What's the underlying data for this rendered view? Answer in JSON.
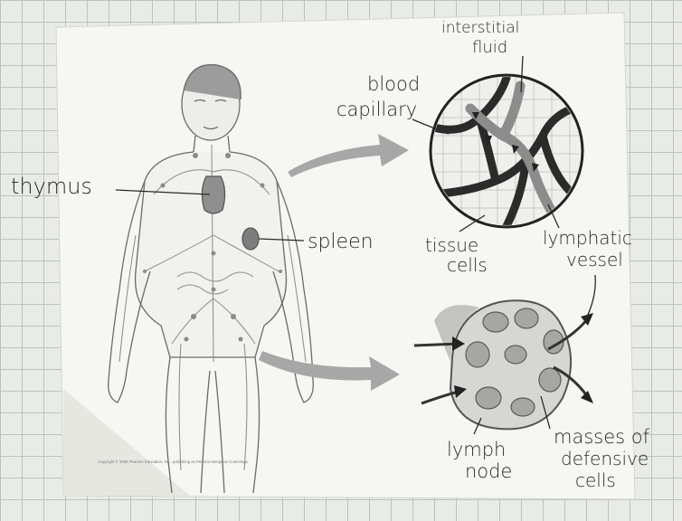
{
  "labels": {
    "thymus": "thymus",
    "spleen": "spleen",
    "interstitial_line1": "interstitial",
    "interstitial_line2": "fluid",
    "blood_line1": "blood",
    "blood_line2": "capillary",
    "tissue_line1": "tissue",
    "tissue_line2": "cells",
    "lymphatic_line1": "lymphatic",
    "lymphatic_line2": "vessel",
    "lymph_node_line1": "lymph",
    "lymph_node_line2": "node",
    "masses_line1": "masses of",
    "masses_line2": "defensive",
    "masses_line3": "cells"
  },
  "colors": {
    "paper": "#f6f6f2",
    "grid": "#b9c3bd",
    "ink": "#2a2a2a",
    "arrow_gray": "#a7a7a7",
    "organ_gray": "#8f8f8f"
  },
  "footer": {
    "copyright": "Copyright © 2008 Pearson Education, Inc., publishing as Pearson Benjamin Cummings."
  }
}
